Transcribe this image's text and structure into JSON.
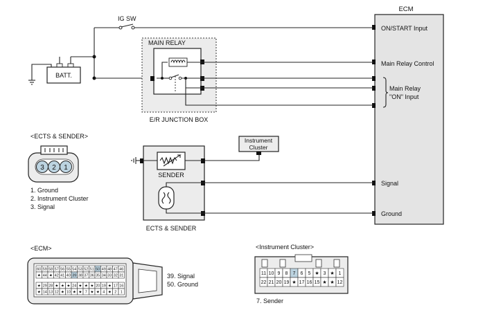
{
  "labels": {
    "ig_sw": "IG SW",
    "ecm_title": "ECM",
    "batt": "BATT.",
    "main_relay": "MAIN RELAY",
    "junction_box": "E/R JUNCTION BOX",
    "on_start_input": "ON/START Input",
    "main_relay_control": "Main Relay Control",
    "main_relay_on_input_1": "Main Relay",
    "main_relay_on_input_2": "\"ON\" Input",
    "signal": "Signal",
    "ground": "Ground",
    "instrument_cluster_1": "Instrument",
    "instrument_cluster_2": "Cluster",
    "sender": "SENDER",
    "ects_sender": "ECTS & SENDER"
  },
  "ects_connector": {
    "title": "<ECTS & SENDER>",
    "pins": [
      "3",
      "2",
      "1"
    ],
    "legend": [
      "1. Ground",
      "2. Instrument Cluster",
      "3. Signal"
    ]
  },
  "ecm_connector": {
    "title": "<ECM>",
    "row1": [
      "60",
      "59",
      "58",
      "57",
      "56",
      "55",
      "54",
      "53",
      "52",
      "51",
      "50",
      "49",
      "48",
      "47",
      "46"
    ],
    "row2": [
      "★",
      "44",
      "★",
      "42",
      "41",
      "40",
      "39",
      "38",
      "37",
      "36",
      "35",
      "34",
      "33",
      "32",
      "31"
    ],
    "row3": [
      "★",
      "29",
      "28",
      "★",
      "★",
      "★",
      "24",
      "★",
      "★",
      "★",
      "20",
      "19",
      "★",
      "17",
      "16"
    ],
    "row4": [
      "★",
      "14",
      "13",
      "12",
      "★",
      "10",
      "★",
      "★",
      "7",
      "★",
      "★",
      "4",
      "★",
      "2",
      "1"
    ],
    "highlight": [
      "39",
      "50"
    ],
    "legend": [
      "39. Signal",
      "50. Ground"
    ]
  },
  "cluster_connector": {
    "title": "<Instrument Cluster>",
    "row1": [
      "11",
      "10",
      "9",
      "8",
      "7",
      "6",
      "5",
      "★",
      "3",
      "★",
      "1"
    ],
    "row2": [
      "22",
      "21",
      "20",
      "19",
      "★",
      "17",
      "16",
      "15",
      "★",
      "★",
      "12"
    ],
    "highlight": [
      "7"
    ],
    "legend": [
      "7. Sender"
    ]
  }
}
